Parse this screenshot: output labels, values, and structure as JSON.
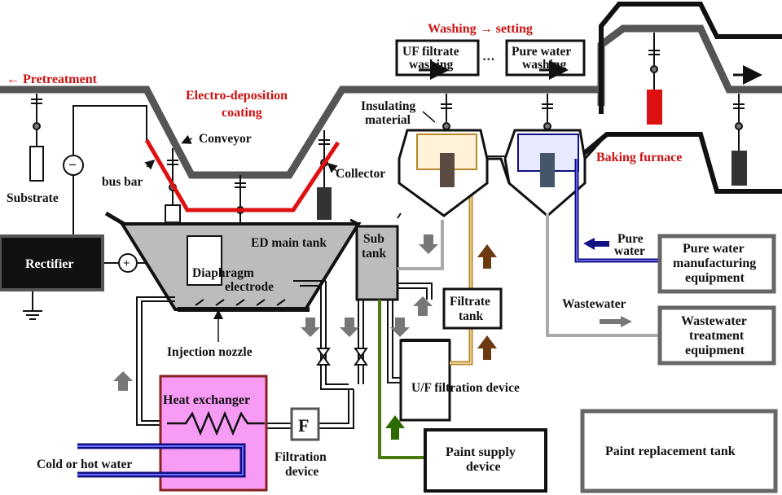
{
  "colors": {
    "conveyor": "#555555",
    "conveyor_dark": "#111111",
    "bus_bar": "#dd1111",
    "tank_fill": "#bcbcbc",
    "heat_exchanger": "#f79bf5",
    "heat_exchanger_border": "#882222",
    "cold_hot_pipe": "#101080",
    "pure_water_pipe": "#101080",
    "filtrate_pipe": "#b8862a",
    "paint_pipe": "#4a7a10",
    "wastewater_pipe": "#bbbbbb",
    "label_red": "#cc1111",
    "flow_arrow_brown": "#6b3a10",
    "flow_arrow_grey": "#777777"
  },
  "labels": {
    "pretreatment": "← Pretreatment",
    "electro_deposition": "Electro-deposition",
    "coating": "coating",
    "washing_setting": "Washing → setting",
    "uf_filtrate": "UF filtrate",
    "uf_washing": "washing",
    "ellipsis": "···",
    "pure_water_tank": "Pure water",
    "pure_water_tank_2": "washing",
    "insulating": "Insulating",
    "material": "material",
    "conveyor": "Conveyor",
    "collector": "Collector",
    "bus_bar": "bus bar",
    "baking_furnace": "Baking furnace",
    "substrate": "Substrate",
    "rectifier": "Rectifier",
    "minus": "−",
    "plus": "+",
    "ed_main_tank": "ED main tank",
    "diaphragm": "Diaphragm",
    "electrode": "electrode",
    "sub": "Sub",
    "tank": "tank",
    "filtrate": "Filtrate",
    "filtrate_tank": "tank",
    "pure_water_in": "Pure",
    "pure_water_in_2": "water",
    "pw_equip_1": "Pure water",
    "pw_equip_2": "manufacturing",
    "pw_equip_3": "equipment",
    "wastewater": "Wastewater",
    "ww_equip_1": "Wastewater",
    "ww_equip_2": "treatment",
    "ww_equip_3": "equipment",
    "injection_nozzle": "Injection nozzle",
    "uf_device": "U/F filtration device",
    "heat_exchanger": "Heat exchanger",
    "filter_symbol": "F",
    "filtration": "Filtration",
    "device": "device",
    "cold_hot_water": "Cold or hot water",
    "paint_supply_1": "Paint supply",
    "paint_supply_2": "device",
    "paint_replacement": "Paint replacement tank"
  }
}
